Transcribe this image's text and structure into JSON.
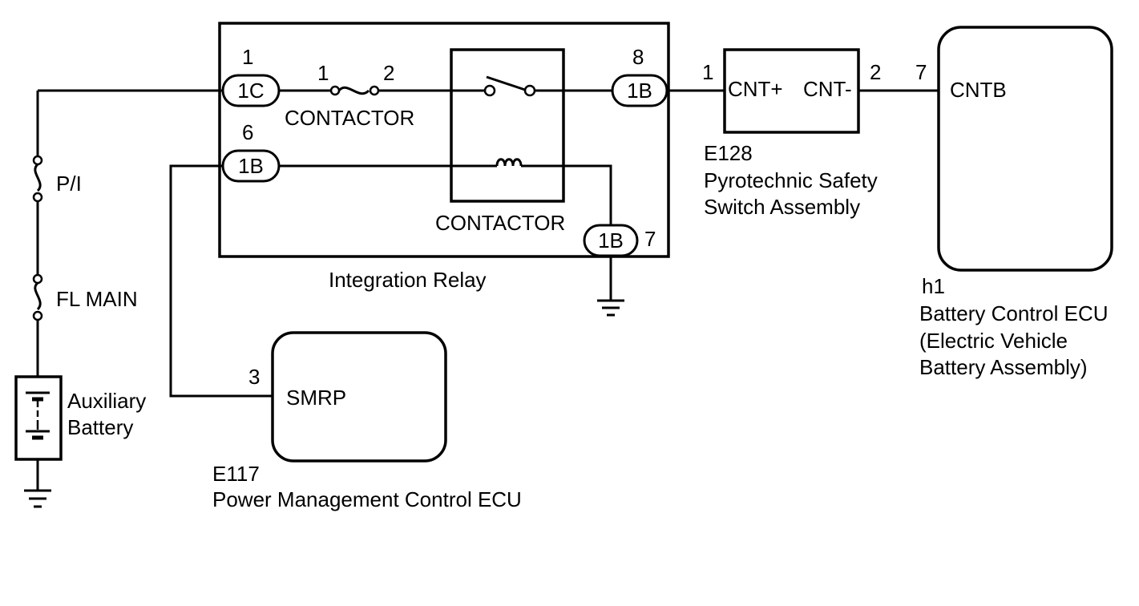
{
  "integration_relay": {
    "name": "Integration Relay",
    "contactor_top_label": "CONTACTOR",
    "contactor_box_label": "CONTACTOR",
    "fuse_pin_left": "1",
    "fuse_pin_right": "2",
    "connectors": [
      {
        "id": "1C",
        "pin": "1"
      },
      {
        "id": "1B",
        "pin": "6"
      },
      {
        "id": "1B",
        "pin": "8"
      },
      {
        "id": "1B",
        "pin": "7"
      }
    ]
  },
  "fuses": [
    {
      "label": "P/I"
    },
    {
      "label": "FL MAIN"
    }
  ],
  "auxiliary_battery": {
    "line1": "Auxiliary",
    "line2": "Battery"
  },
  "power_management_ecu": {
    "code": "E117",
    "name": "Power Management Control ECU",
    "terminal": "SMRP",
    "pin": "3"
  },
  "pyrotechnic_switch": {
    "code": "E128",
    "name_line1": "Pyrotechnic Safety",
    "name_line2": "Switch Assembly",
    "terminal_plus": "CNT+",
    "terminal_minus": "CNT-",
    "pin_plus": "1",
    "pin_minus": "2"
  },
  "battery_control_ecu": {
    "code": "h1",
    "name_line1": "Battery Control ECU",
    "name_line2": "(Electric Vehicle",
    "name_line3": "Battery Assembly)",
    "terminal": "CNTB",
    "pin": "7"
  }
}
